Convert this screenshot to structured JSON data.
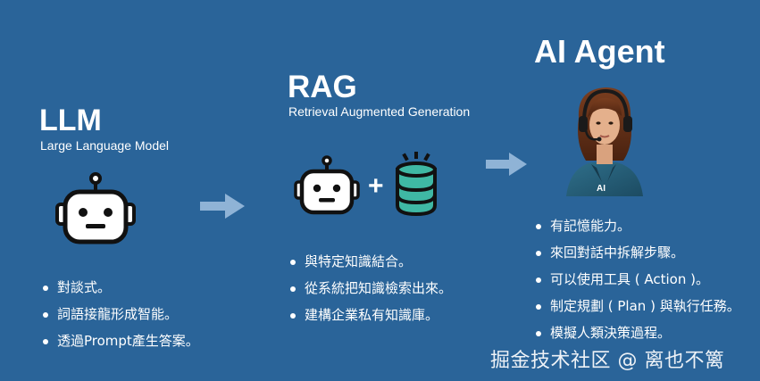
{
  "llm": {
    "title": "LLM",
    "subtitle": "Large Language Model",
    "bullets": [
      "對談式。",
      "詞語接龍形成智能。",
      "透過Prompt產生答案。"
    ]
  },
  "rag": {
    "title": "RAG",
    "subtitle": "Retrieval Augmented Generation",
    "plus": "+",
    "bullets": [
      "與特定知識結合。",
      "從系統把知識檢索出來。",
      "建構企業私有知識庫。"
    ]
  },
  "agent": {
    "title": "AI Agent",
    "badge": "AI",
    "bullets": [
      "有記憶能力。",
      "來回對話中拆解步驟。",
      "可以使用工具 ( Action )。",
      "制定規劃 ( Plan ) 與執行任務。",
      "模擬人類決策過程。"
    ]
  },
  "watermark": "掘金技术社区 @ 离也不篱",
  "colors": {
    "background": "#2a6499",
    "arrow": "#8fb3d6",
    "database": "#3fb8a4",
    "robot_face": "#ffffff",
    "robot_stroke": "#111111"
  },
  "icons": [
    "robot-icon",
    "robot-icon",
    "database-icon",
    "arrow-right-icon",
    "arrow-right-icon",
    "agent-avatar"
  ]
}
